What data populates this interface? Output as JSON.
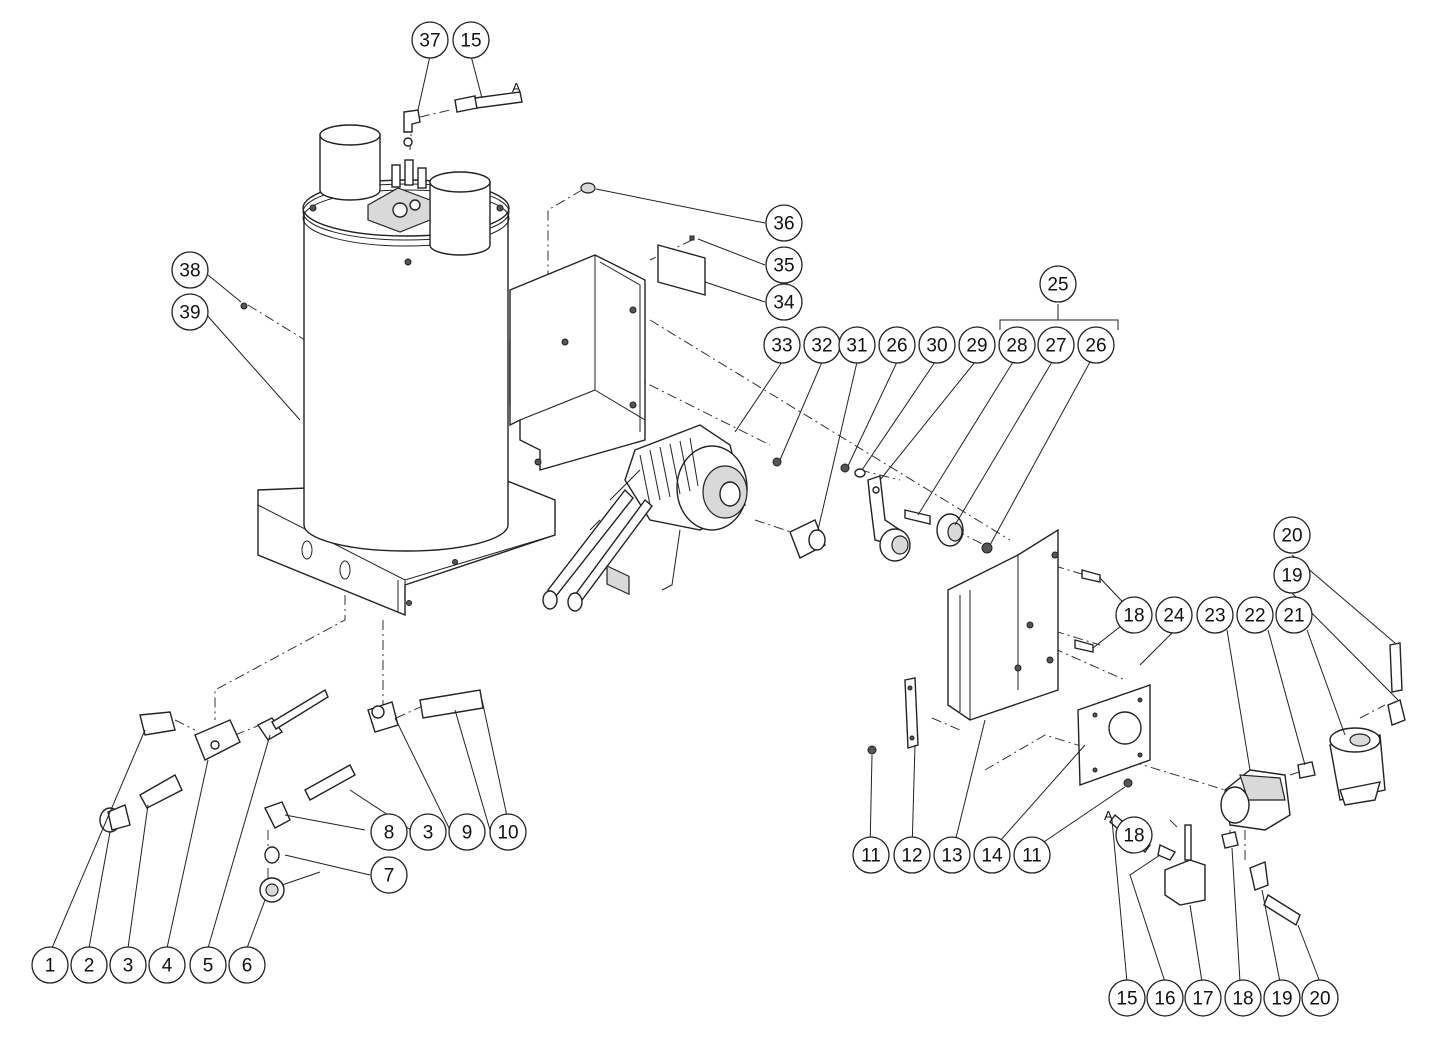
{
  "diagram": {
    "callouts": [
      "37",
      "15",
      "36",
      "35",
      "34",
      "38",
      "39",
      "25",
      "33",
      "32",
      "31",
      "26",
      "30",
      "29",
      "28",
      "27",
      "26",
      "20",
      "19",
      "18",
      "18",
      "24",
      "23",
      "22",
      "21",
      "8",
      "3",
      "9",
      "10",
      "7",
      "11",
      "12",
      "13",
      "14",
      "11",
      "1",
      "2",
      "3",
      "4",
      "5",
      "6",
      "15",
      "16",
      "17",
      "18",
      "19",
      "20"
    ],
    "reference_letters": [
      "A",
      "A"
    ]
  }
}
